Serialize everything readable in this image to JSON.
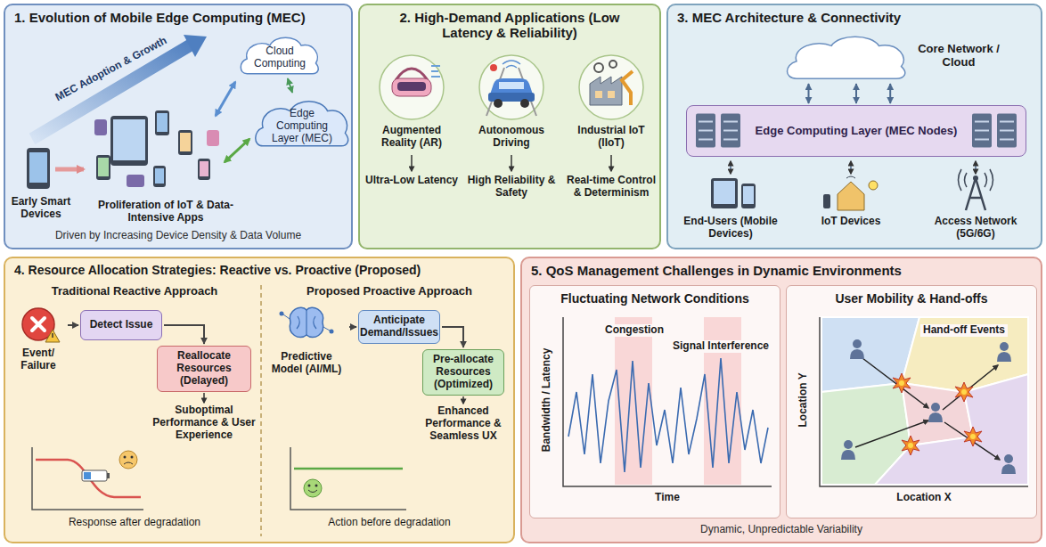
{
  "diagram": {
    "nodes": [
      {
        "text": [
          "1. Evolution of Mobile Edge Computing (MEC)",
          "Driven by Increasing Device Density & Data Volume"
        ]
      },
      {
        "text": [
          "Cloud Computing"
        ],
        "in": 0
      },
      {
        "text": [
          "Edge Computing Layer (MEC)"
        ],
        "in": 0
      },
      {
        "text": [
          "2. High-Demand Applications (Low Latency & Reliability)"
        ]
      },
      {
        "text": [
          "3. MEC Architecture & Connectivity"
        ]
      },
      {
        "text": [
          "Core Network / Cloud"
        ],
        "in": 4
      },
      {
        "text": [
          "Edge Computing Layer (MEC Nodes)"
        ],
        "in": 4
      },
      {
        "text": [
          "4. Resource Allocation Strategies: Reactive vs. Proactive (Proposed)"
        ]
      },
      {
        "text": [
          "Event/ Failure"
        ],
        "in": 7
      },
      {
        "text": [
          "Detect Issue"
        ],
        "in": 7
      },
      {
        "text": [
          "Reallocate Resources (Delayed)"
        ],
        "in": 7
      },
      {
        "text": [
          "Predictive Model (AI/ML)"
        ],
        "in": 7
      },
      {
        "text": [
          "Anticipate Demand/Issues"
        ],
        "in": 7
      },
      {
        "text": [
          "Pre-allocate Resources (Optimized)"
        ],
        "in": 7
      },
      {
        "text": [
          "5. QoS Management Challenges in Dynamic Environments",
          "Dynamic, Unpredictable Variability"
        ]
      },
      {
        "text": [
          "Fluctuating Network Conditions"
        ],
        "in": 14
      },
      {
        "text": [
          "User Mobility & Hand-offs"
        ],
        "in": 14
      }
    ],
    "edges": [
      {
        "from": 1,
        "to": 2,
        "arrow": "both"
      },
      {
        "from": 5,
        "to": 6,
        "arrow": "both"
      },
      {
        "from": 5,
        "to": 6,
        "arrow": "both"
      },
      {
        "from": 5,
        "to": 6,
        "arrow": "both"
      },
      {
        "from": 8,
        "to": 9,
        "arrow": "to"
      },
      {
        "from": 9,
        "to": 10,
        "arrow": "to"
      },
      {
        "from": 11,
        "to": 12,
        "arrow": "to"
      },
      {
        "from": 12,
        "to": 13,
        "arrow": "to"
      }
    ],
    "labels": [
      "MEC Adoption & Growth",
      "Early Smart Devices",
      "Proliferation of IoT & Data-Intensive Apps",
      "Augmented Reality (AR)",
      "Ultra-Low Latency",
      "Autonomous Driving",
      "High Reliability & Safety",
      "Industrial IoT (IIoT)",
      "Real-time Control & Determinism",
      "End-Users (Mobile Devices)",
      "IoT Devices",
      "Access Network (5G/6G)",
      "Traditional Reactive Approach",
      "Proposed Proactive Approach",
      "Suboptimal Performance & User Experience",
      "Enhanced Performance & Seamless UX",
      "Response after degradation",
      "Action before degradation",
      "Congestion",
      "Signal Interference",
      "Bandwidth / Latency",
      "Time",
      "Hand-off Events",
      "Location Y",
      "Location X"
    ]
  }
}
